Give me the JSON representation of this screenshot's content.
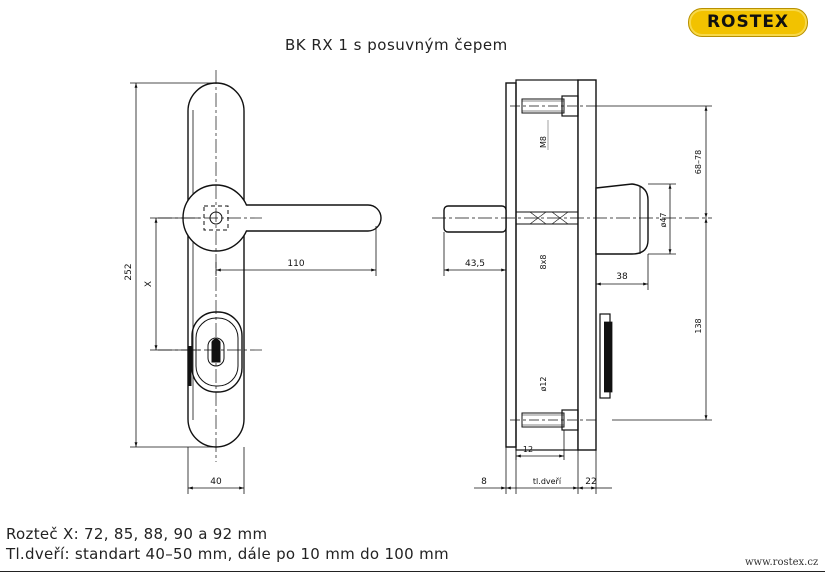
{
  "brand": "ROSTEX",
  "title": "BK RX 1 s posuvným čepem",
  "dimensions": {
    "overall_height": "252",
    "spacing_x": "X",
    "handle_length": "110",
    "plate_width": "40",
    "pin_length": "43,5",
    "screw_thread": "M8",
    "square_spindle": "8x8",
    "bolt_diameter": "ø12",
    "rosette_diameter": "ø47",
    "projection": "38",
    "range_upper": "68–78",
    "distance_lower": "138",
    "pin_offset": "12",
    "left_plate": "8",
    "door_thickness": "tl.dveří",
    "right_plate": "22"
  },
  "notes": {
    "line1": "Rozteč X: 72, 85, 88, 90 a 92 mm",
    "line2": "Tl.dveří: standart 40–50 mm, dále po 10 mm do 100 mm"
  },
  "website": "www.rostex.cz"
}
